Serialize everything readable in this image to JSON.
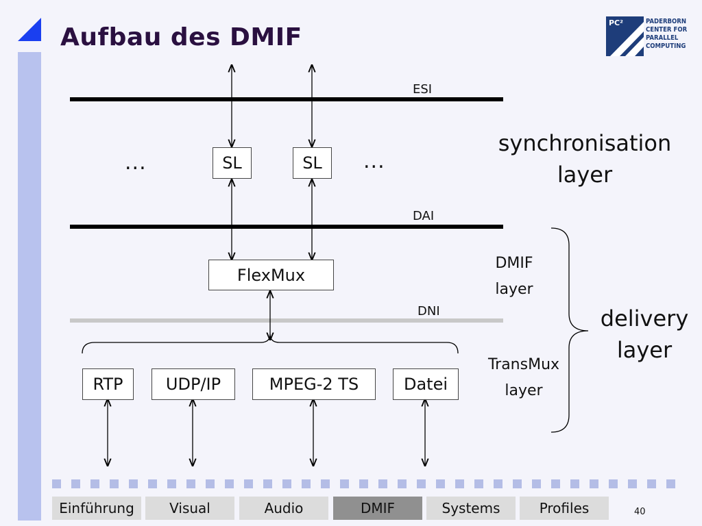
{
  "slide": {
    "title": "Aufbau des DMIF",
    "page_number": "40"
  },
  "logo": {
    "badge": "PC²",
    "lines": [
      "PADERBORN",
      "CENTER FOR",
      "PARALLEL",
      "COMPUTING"
    ]
  },
  "diagram": {
    "interfaces": {
      "esi": "ESI",
      "dai": "DAI",
      "dni": "DNI"
    },
    "sl_boxes": [
      "SL",
      "SL"
    ],
    "ellipsis": "...",
    "flexmux": "FlexMux",
    "transport_boxes": [
      "RTP",
      "UDP/IP",
      "MPEG-2 TS",
      "Datei"
    ],
    "sync_layer": [
      "synchronisation",
      "layer"
    ],
    "dmif_layer": [
      "DMIF",
      "layer"
    ],
    "transmux_layer": [
      "TransMux",
      "layer"
    ],
    "delivery_layer": [
      "delivery",
      "layer"
    ]
  },
  "nav": {
    "tabs": [
      {
        "label": "Einführung",
        "active": false
      },
      {
        "label": "Visual",
        "active": false
      },
      {
        "label": "Audio",
        "active": false
      },
      {
        "label": "DMIF",
        "active": true
      },
      {
        "label": "Systems",
        "active": false
      },
      {
        "label": "Profiles",
        "active": false
      }
    ]
  },
  "colors": {
    "accent_blue": "#1a3ff0",
    "sidebar": "#b8c2ee",
    "dni_line": "#c8c8c8",
    "active_tab": "#909090",
    "inactive_tab": "#dcdcdc"
  }
}
